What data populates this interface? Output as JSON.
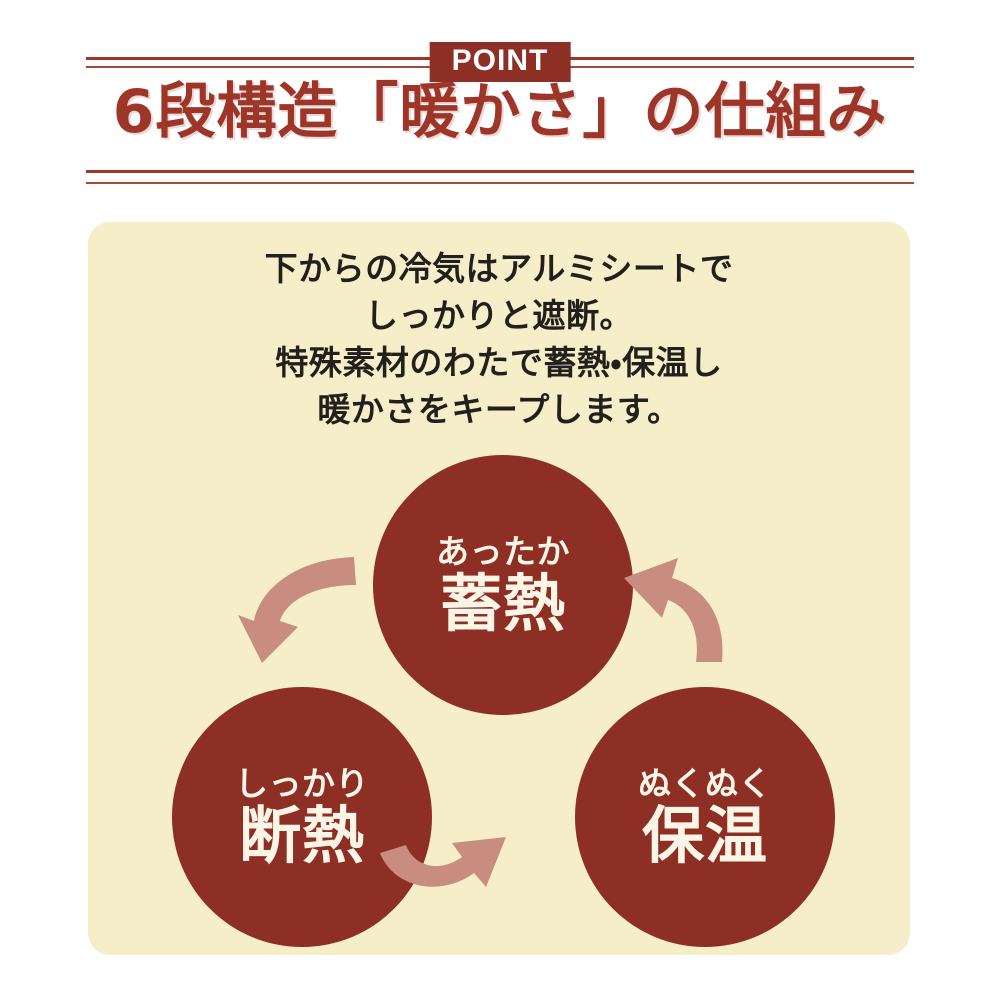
{
  "header": {
    "badge_label": "POINT",
    "title": "6段構造「暖かさ」の仕組み",
    "rule_color": "#9e3529",
    "badge_bg": "#8e2f25",
    "badge_text_color": "#ffffff",
    "title_color": "#9e3529"
  },
  "panel": {
    "background_color": "#f6eec9",
    "lead_lines": [
      "下からの冷気はアルミシートで",
      "しっかりと遮断。",
      "特殊素材のわたで蓄熱・保温し",
      "暖かさをキープします。"
    ],
    "lead_text_color": "#231f1c"
  },
  "cycle": {
    "circle_color": "#8e2f25",
    "circle_text_color": "#fdf6e6",
    "arrow_color": "#c98d80",
    "nodes": [
      {
        "id": "chikunetsu",
        "position": "top",
        "small_label": "あったか",
        "big_label": "蓄熱"
      },
      {
        "id": "dannetsu",
        "position": "bottom-left",
        "small_label": "しっかり",
        "big_label": "断熱"
      },
      {
        "id": "hoon",
        "position": "bottom-right",
        "small_label": "ぬくぬく",
        "big_label": "保温"
      }
    ],
    "arrows": [
      {
        "id": "top-to-left",
        "direction": "down-left",
        "from": "chikunetsu",
        "to": "dannetsu"
      },
      {
        "id": "left-to-right",
        "direction": "right",
        "from": "dannetsu",
        "to": "hoon"
      },
      {
        "id": "right-to-top",
        "direction": "up-left",
        "from": "hoon",
        "to": "chikunetsu"
      }
    ]
  }
}
